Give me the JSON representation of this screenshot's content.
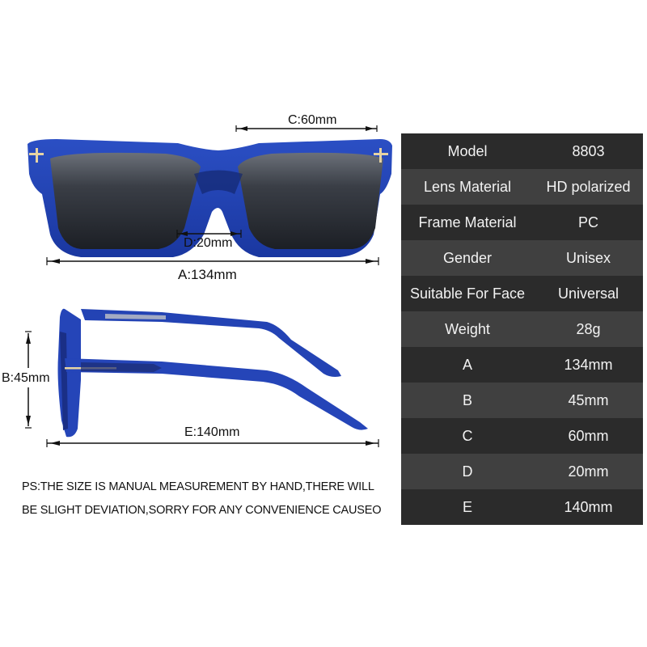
{
  "dimensions": {
    "c_label": "C:60mm",
    "d_label": "D:20mm",
    "a_label": "A:134mm",
    "b_label": "B:45mm",
    "e_label": "E:140mm"
  },
  "colors": {
    "frame_blue": "#1f3ea8",
    "lens_gray": "#2f333b",
    "row_dark": "#2b2b2b",
    "row_light": "#404040",
    "table_text": "#f2f2f2"
  },
  "specs": [
    {
      "key": "Model",
      "value": "8803"
    },
    {
      "key": "Lens Material",
      "value": "HD polarized"
    },
    {
      "key": "Frame Material",
      "value": "PC"
    },
    {
      "key": "Gender",
      "value": "Unisex"
    },
    {
      "key": "Suitable For Face",
      "value": "Universal"
    },
    {
      "key": "Weight",
      "value": "28g"
    },
    {
      "key": "A",
      "value": "134mm"
    },
    {
      "key": "B",
      "value": "45mm"
    },
    {
      "key": "C",
      "value": "60mm"
    },
    {
      "key": "D",
      "value": "20mm"
    },
    {
      "key": "E",
      "value": "140mm"
    }
  ],
  "note": {
    "line1": "PS:THE SIZE IS MANUAL MEASUREMENT BY HAND,THERE WILL",
    "line2": "BE SLIGHT DEVIATION,SORRY FOR ANY CONVENIENCE CAUSEO"
  }
}
